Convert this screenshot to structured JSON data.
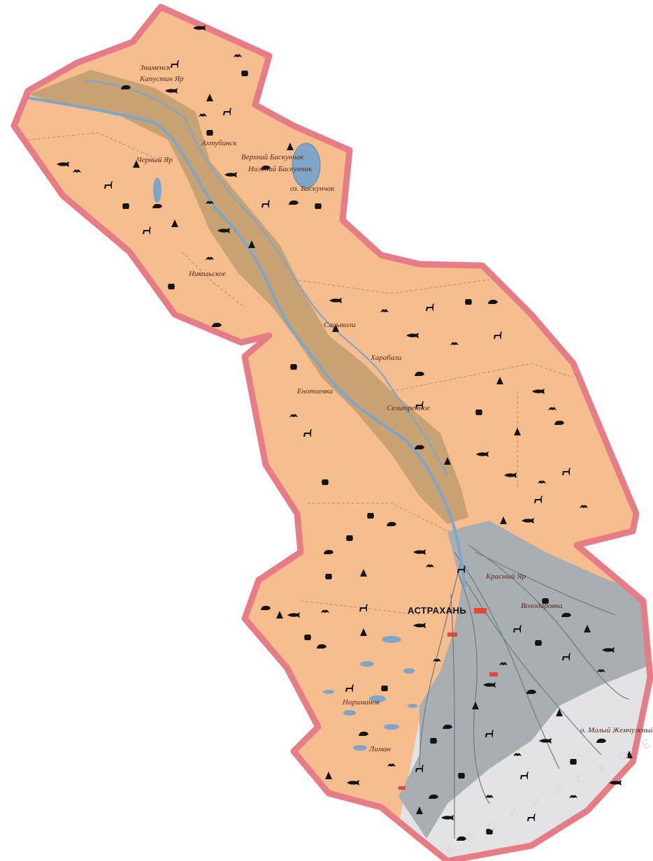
{
  "map": {
    "capital": "АСТРАХАНЬ",
    "sea_label": "К А С П И Й С К О Е",
    "lake_label": "оз. Баскунчак",
    "places": [
      "Знаменск",
      "Капустин Яр",
      "Ахтубинск",
      "Верхний Баскунчак",
      "Нижний Баскунчак",
      "Черный Яр",
      "Никольское",
      "Енотаевка",
      "Сасыколи",
      "Харабали",
      "Селитренное",
      "Володаровка",
      "Красный Яр",
      "Нариманов",
      "Лиман",
      "о. Малый Жемчужный"
    ]
  },
  "colors": {
    "land": "#f6bd8f",
    "border": "#e67d86",
    "valley": "#c9a273",
    "delta": "#a8aeb2",
    "sea": "#e3e3e6",
    "water": "#7fa6c9",
    "animal": "#141414",
    "city_marker": "#e04a3a"
  },
  "icons": [
    "fish-icon",
    "bird-icon",
    "deer-icon",
    "bug-icon",
    "rodent-icon",
    "tent-icon"
  ]
}
